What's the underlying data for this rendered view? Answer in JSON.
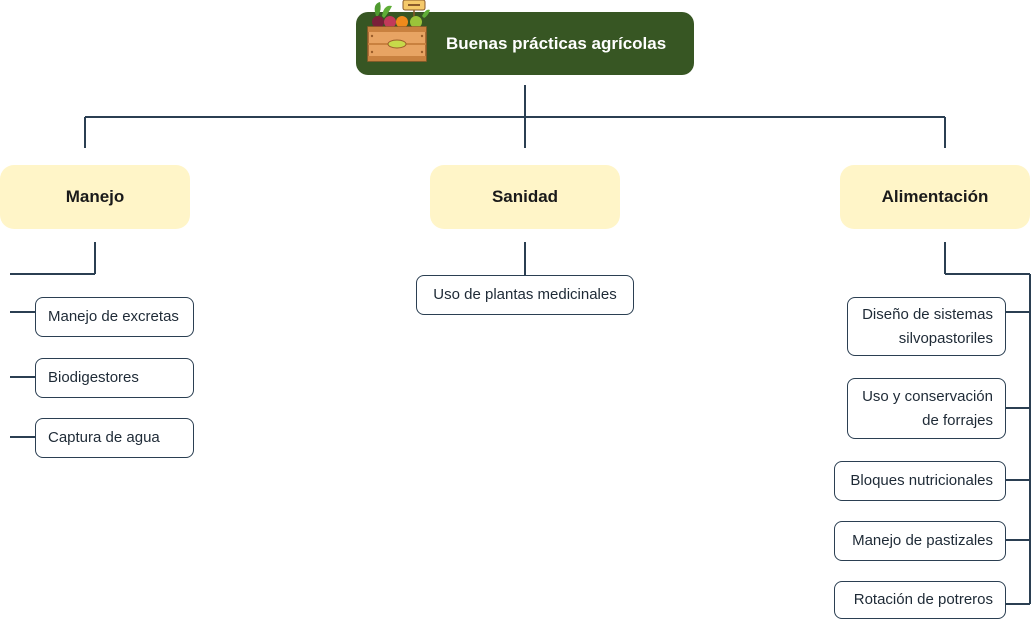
{
  "root": {
    "title": "Buenas prácticas agrícolas",
    "icon": "vegetable-crate-icon"
  },
  "categories": [
    {
      "label": "Manejo",
      "items": [
        "Manejo de excretas",
        "Biodigestores",
        "Captura de agua"
      ]
    },
    {
      "label": "Sanidad",
      "items": [
        "Uso de plantas medicinales"
      ]
    },
    {
      "label": "Alimentación",
      "items": [
        "Diseño de sistemas silvopastoriles",
        "Uso y conservación de forrajes",
        "Bloques nutricionales",
        "Manejo de pastizales",
        "Rotación de potreros"
      ]
    }
  ],
  "colors": {
    "root_bg": "#375623",
    "category_bg": "#fff5c8",
    "line": "#2b3f52"
  }
}
